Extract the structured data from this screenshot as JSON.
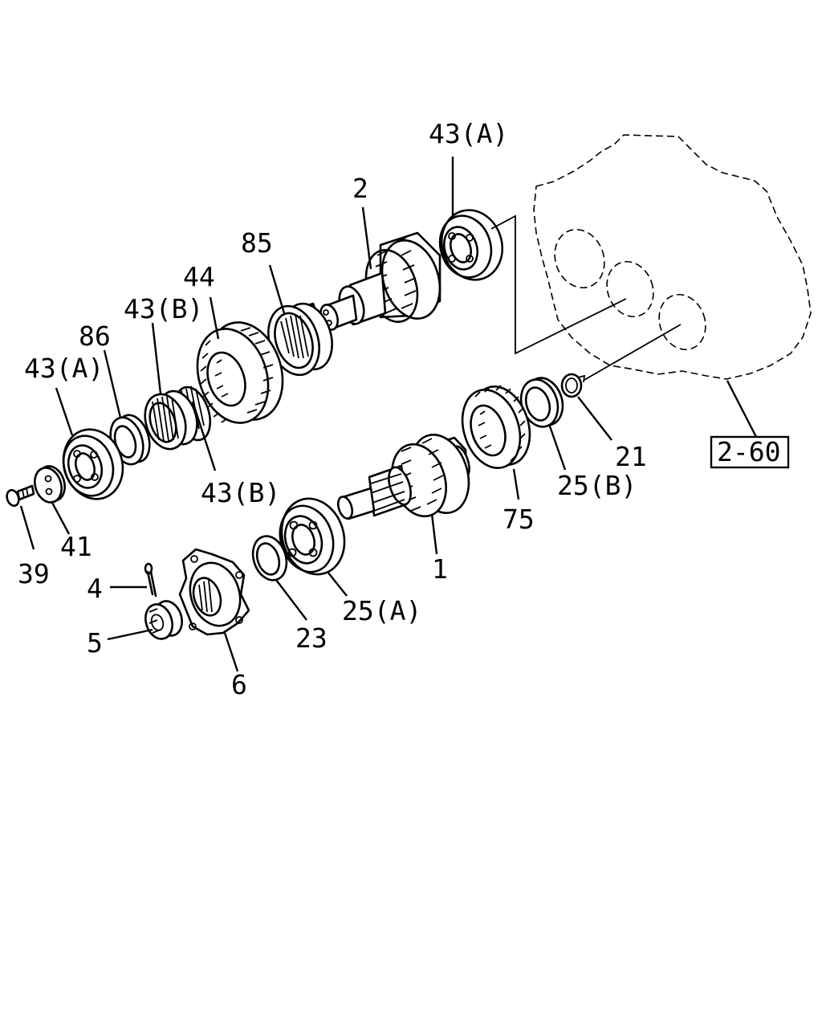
{
  "callouts": {
    "c43a_top": "43(A)",
    "c2": "2",
    "c85": "85",
    "c44": "44",
    "c43b_top": "43(B)",
    "c86": "86",
    "c43a_left": "43(A)",
    "c43b_bottom": "43(B)",
    "c39": "39",
    "c41": "41",
    "c4": "4",
    "c5": "5",
    "c6": "6",
    "c23": "23",
    "c25a": "25(A)",
    "c1": "1",
    "c75": "75",
    "c25b": "25(B)",
    "c21": "21"
  },
  "reference": {
    "label": "2-60"
  }
}
